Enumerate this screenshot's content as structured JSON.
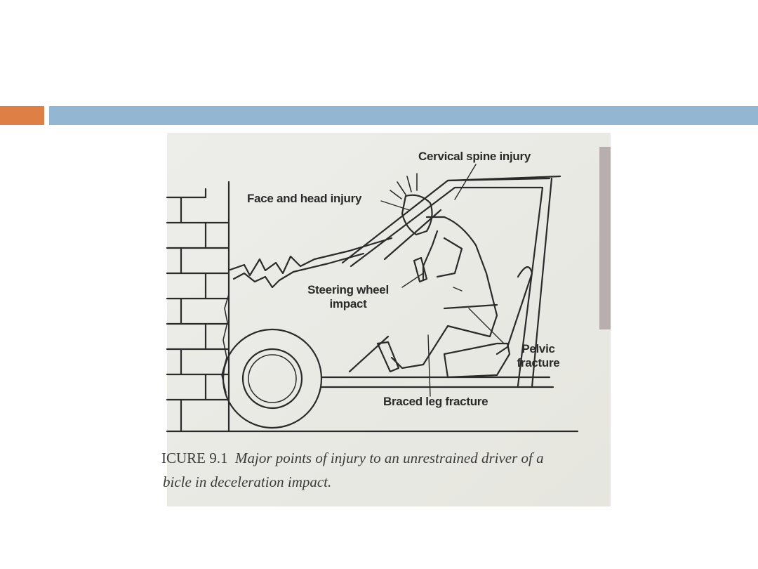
{
  "colors": {
    "accent_orange": "#DE8046",
    "accent_blue": "#93B6D2",
    "photo_background": "#ECECE6",
    "ink": "#2A2A2A"
  },
  "figure": {
    "labels": {
      "cervical": "Cervical spine injury",
      "face_head": "Face and head injury",
      "steering_line1": "Steering wheel",
      "steering_line2": "impact",
      "pelvic_line1": "Pelvic",
      "pelvic_line2": "fracture",
      "braced_leg": "Braced leg fracture"
    },
    "caption": {
      "figure_number": "ICURE 9.1",
      "line1": "Major points of injury to an unrestrained driver of a",
      "line2": "bicle in deceleration impact."
    }
  }
}
